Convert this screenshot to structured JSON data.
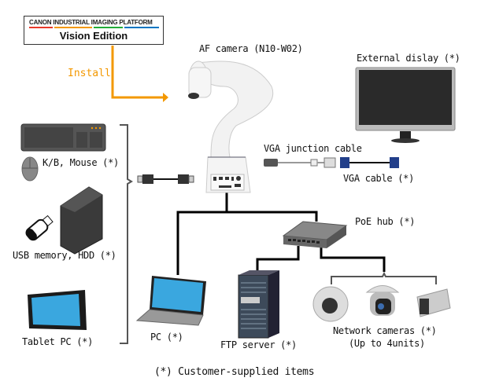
{
  "software": {
    "brand_line": "CANON INDUSTRIAL IMAGING PLATFORM",
    "edition": "Vision Edition",
    "install_label": "Install",
    "brand_bar_colors": [
      "#e83828",
      "#f39800",
      "#22ac38",
      "#0075c2"
    ]
  },
  "devices": {
    "af_camera": "AF camera (N10-W02)",
    "external_display": "External dislay (*)",
    "vga_junction_cable": "VGA junction cable",
    "vga_cable": "VGA cable (*)",
    "kb_mouse": "K/B, Mouse (*)",
    "usb_hdd": "USB memory, HDD (*)",
    "tablet": "Tablet PC (*)",
    "poe_hub": "PoE hub (*)",
    "pc": "PC (*)",
    "ftp_server": "FTP server (*)",
    "network_cameras": "Network cameras (*)",
    "network_cameras_note": "(Up to 4units)"
  },
  "footnote": "(*) Customer-supplied items",
  "colors": {
    "install_arrow": "#f39800",
    "network_line": "#000000",
    "bracket": "#555555"
  }
}
